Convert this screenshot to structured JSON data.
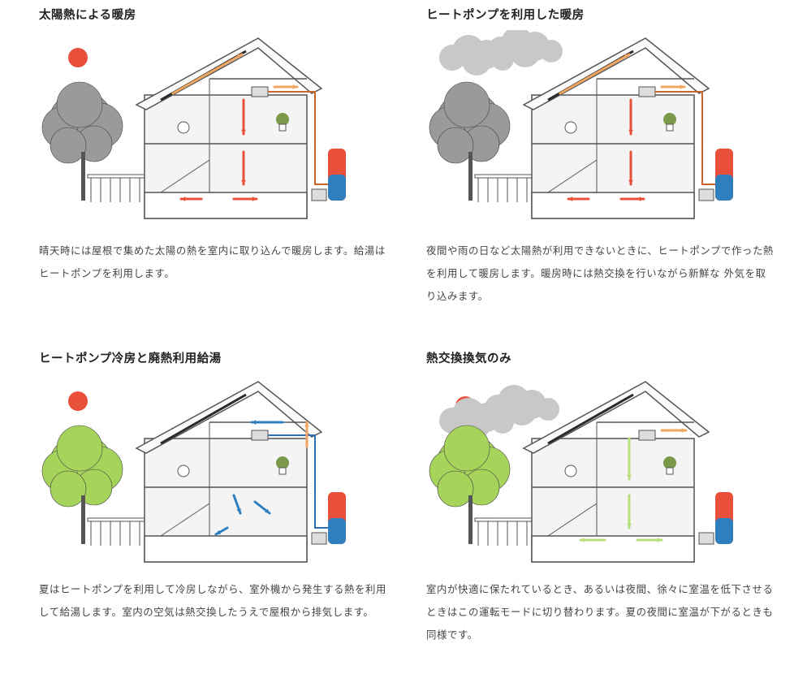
{
  "palette": {
    "sun": "#e8503c",
    "cloud": "#c8c8c8",
    "tree_gray": "#9a9a9a",
    "tree_green": "#a6d45a",
    "warm_arrow": "#f0a560",
    "hot_arrow": "#e8503c",
    "cool_arrow": "#2f7fbf",
    "vent_arrow": "#b8e07a",
    "duct_warm": "#c8642a",
    "duct_cool": "#2f6fae",
    "line": "#555555"
  },
  "panels": [
    {
      "title": "太陽熱による暖房",
      "text": "晴天時には屋根で集めた太陽の熱を室内に取り込んで暖房します。給湯はヒートポンプを利用します。",
      "sky": "sun",
      "tree": "gray",
      "arrows": "warm",
      "duct": "warm"
    },
    {
      "title": "ヒートポンプを利用した暖房",
      "text": "夜間や雨の日など太陽熱が利用できないときに、ヒートポンプで作った熱を利用して暖房します。暖房時には熱交換を行いながら新鮮な 外気を取り込みます。",
      "sky": "cloud",
      "tree": "gray",
      "arrows": "warm",
      "duct": "warm"
    },
    {
      "title": "ヒートポンプ冷房と廃熱利用給湯",
      "text": "夏はヒートポンプを利用して冷房しながら、室外機から発生する熱を利用して給湯します。室内の空気は熱交換したうえで屋根から排気します。",
      "sky": "sun",
      "tree": "green",
      "arrows": "cool",
      "duct": "cool"
    },
    {
      "title": "熱交換換気のみ",
      "text": "室内が快適に保たれているとき、あるいは夜間、徐々に室温を低下させるときはこの運転モードに切り替わります。夏の夜間に室温が下がるときも同様です。",
      "sky": "sun-cloud",
      "tree": "green",
      "arrows": "vent",
      "duct": "none"
    }
  ]
}
